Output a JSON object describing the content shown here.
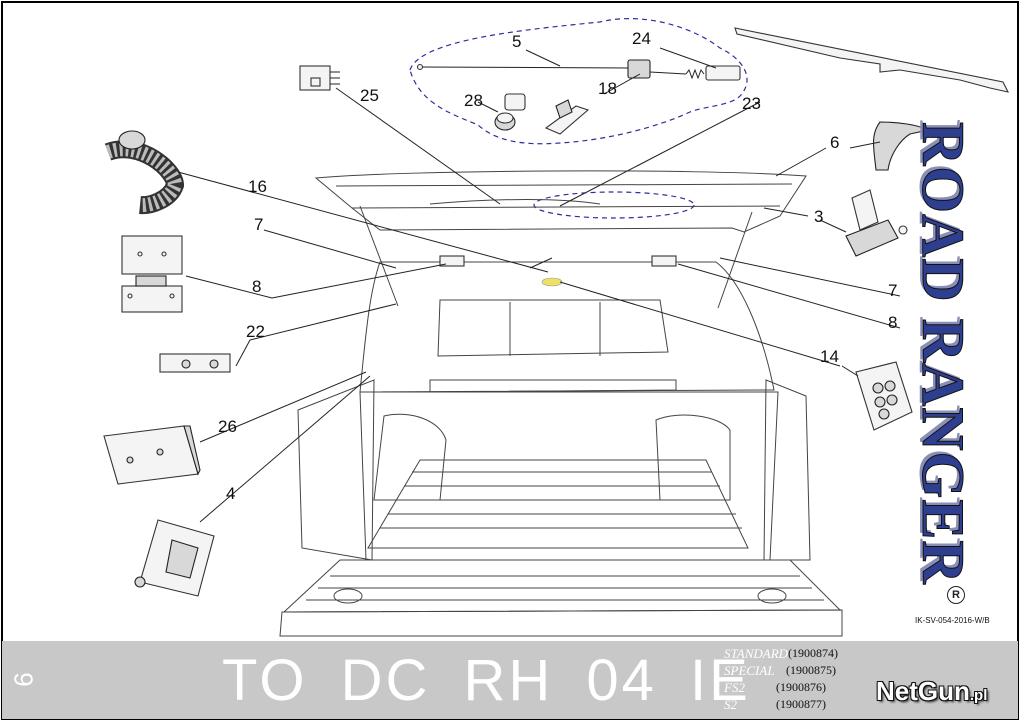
{
  "callouts": {
    "c5": "5",
    "c24": "24",
    "c18": "18",
    "c28": "28",
    "c25": "25",
    "c23": "23",
    "c6": "6",
    "c16": "16",
    "c3": "3",
    "c7a": "7",
    "c7b": "7",
    "c8a": "8",
    "c8b": "8",
    "c22": "22",
    "c14": "14",
    "c26": "26",
    "c4": "4"
  },
  "brand": {
    "name": "ROAD RANGER",
    "registered": "R"
  },
  "doc_id": "IK-SV-054-2016-W/B",
  "footer": {
    "page_number": "9",
    "model": "TO DC RH 04 IE",
    "variants": [
      {
        "name": "STANDARD",
        "code": "(1900874)"
      },
      {
        "name": "SPECIAL",
        "code": "(1900875)"
      },
      {
        "name": "FS2",
        "code": "(1900876)"
      },
      {
        "name": "S2",
        "code": "(1900877)"
      }
    ],
    "site_logo": {
      "main": "NetGun",
      "suffix": ".pl"
    }
  },
  "colors": {
    "brand_blue": "#2f3f8f",
    "dash_blue": "#2b2f9a",
    "footer_gray": "#c8c8c8"
  }
}
